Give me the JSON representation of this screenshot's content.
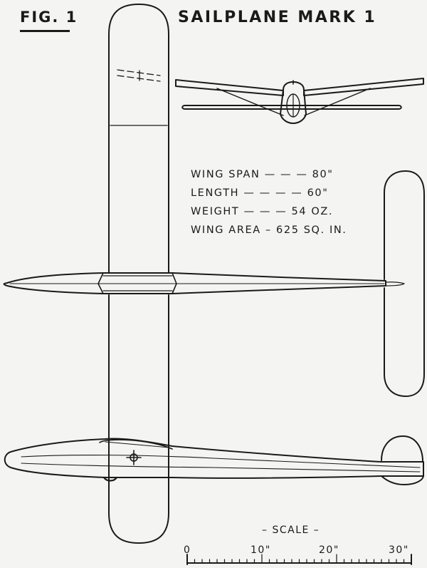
{
  "figure": {
    "label": "FIG. 1",
    "title": "SAILPLANE MARK 1"
  },
  "specs": [
    "WING SPAN — — — 80\"",
    "LENGTH — — — — 60\"",
    "WEIGHT — — — 54 OZ.",
    "WING AREA – 625 SQ. IN."
  ],
  "scale": {
    "title": "– SCALE –",
    "ticks": [
      "0",
      "10\"",
      "20\"",
      "30\""
    ]
  },
  "colors": {
    "ink": "#1a1a1a",
    "paper": "#f4f4f2"
  }
}
